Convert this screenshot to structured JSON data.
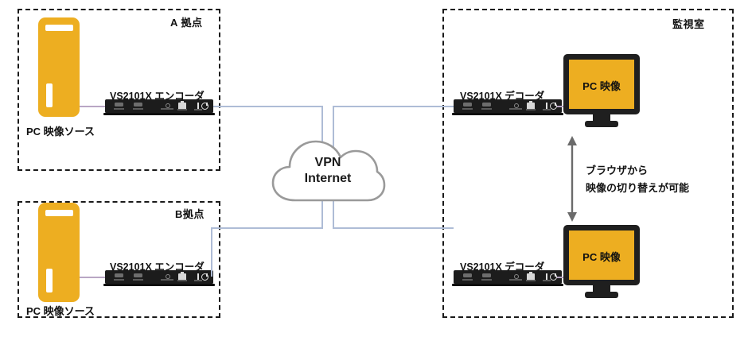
{
  "diagram": {
    "title": "VS2101X エンコーダ / デコーダ VPN 構成図",
    "colors": {
      "accent_orange": "#EDAE21",
      "device_black": "#1c1c1c",
      "link_blue": "#aebcd6",
      "link_purple": "#b9a6c4",
      "border_dashed": "#1a1a1a",
      "cloud_stroke": "#9a9a9a"
    }
  },
  "regions": [
    {
      "id": "site-a",
      "label": "A 拠点"
    },
    {
      "id": "site-b",
      "label": "B拠点"
    },
    {
      "id": "control-room",
      "label": "監視室"
    }
  ],
  "sites": [
    {
      "id": "site-a",
      "region_label": "A 拠点",
      "source": {
        "label": "PC 映像ソース",
        "icon": "pc-tower-icon"
      },
      "device": {
        "label": "VS2101X エンコーダ",
        "model": "VS2101X",
        "role": "エンコーダ"
      }
    },
    {
      "id": "site-b",
      "region_label": "B拠点",
      "source": {
        "label": "PC 映像ソース",
        "icon": "pc-tower-icon"
      },
      "device": {
        "label": "VS2101X エンコーダ",
        "model": "VS2101X",
        "role": "エンコーダ"
      }
    }
  ],
  "control_room": {
    "region_label": "監視室",
    "stations": [
      {
        "id": "station-top",
        "device": {
          "label": "VS2101X デコーダ",
          "model": "VS2101X",
          "role": "デコーダ"
        },
        "display": {
          "label": "PC 映像",
          "icon": "monitor-icon"
        }
      },
      {
        "id": "station-bottom",
        "device": {
          "label": "VS2101X デコーダ",
          "model": "VS2101X",
          "role": "デコーダ"
        },
        "display": {
          "label": "PC 映像",
          "icon": "monitor-icon"
        }
      }
    ],
    "annotation": {
      "icon": "double-arrow-vertical-icon",
      "line1": "ブラウザから",
      "line2": "映像の切り替えが可能"
    }
  },
  "network": {
    "cloud": {
      "icon": "cloud-icon",
      "line1": "VPN",
      "line2": "Internet"
    }
  }
}
